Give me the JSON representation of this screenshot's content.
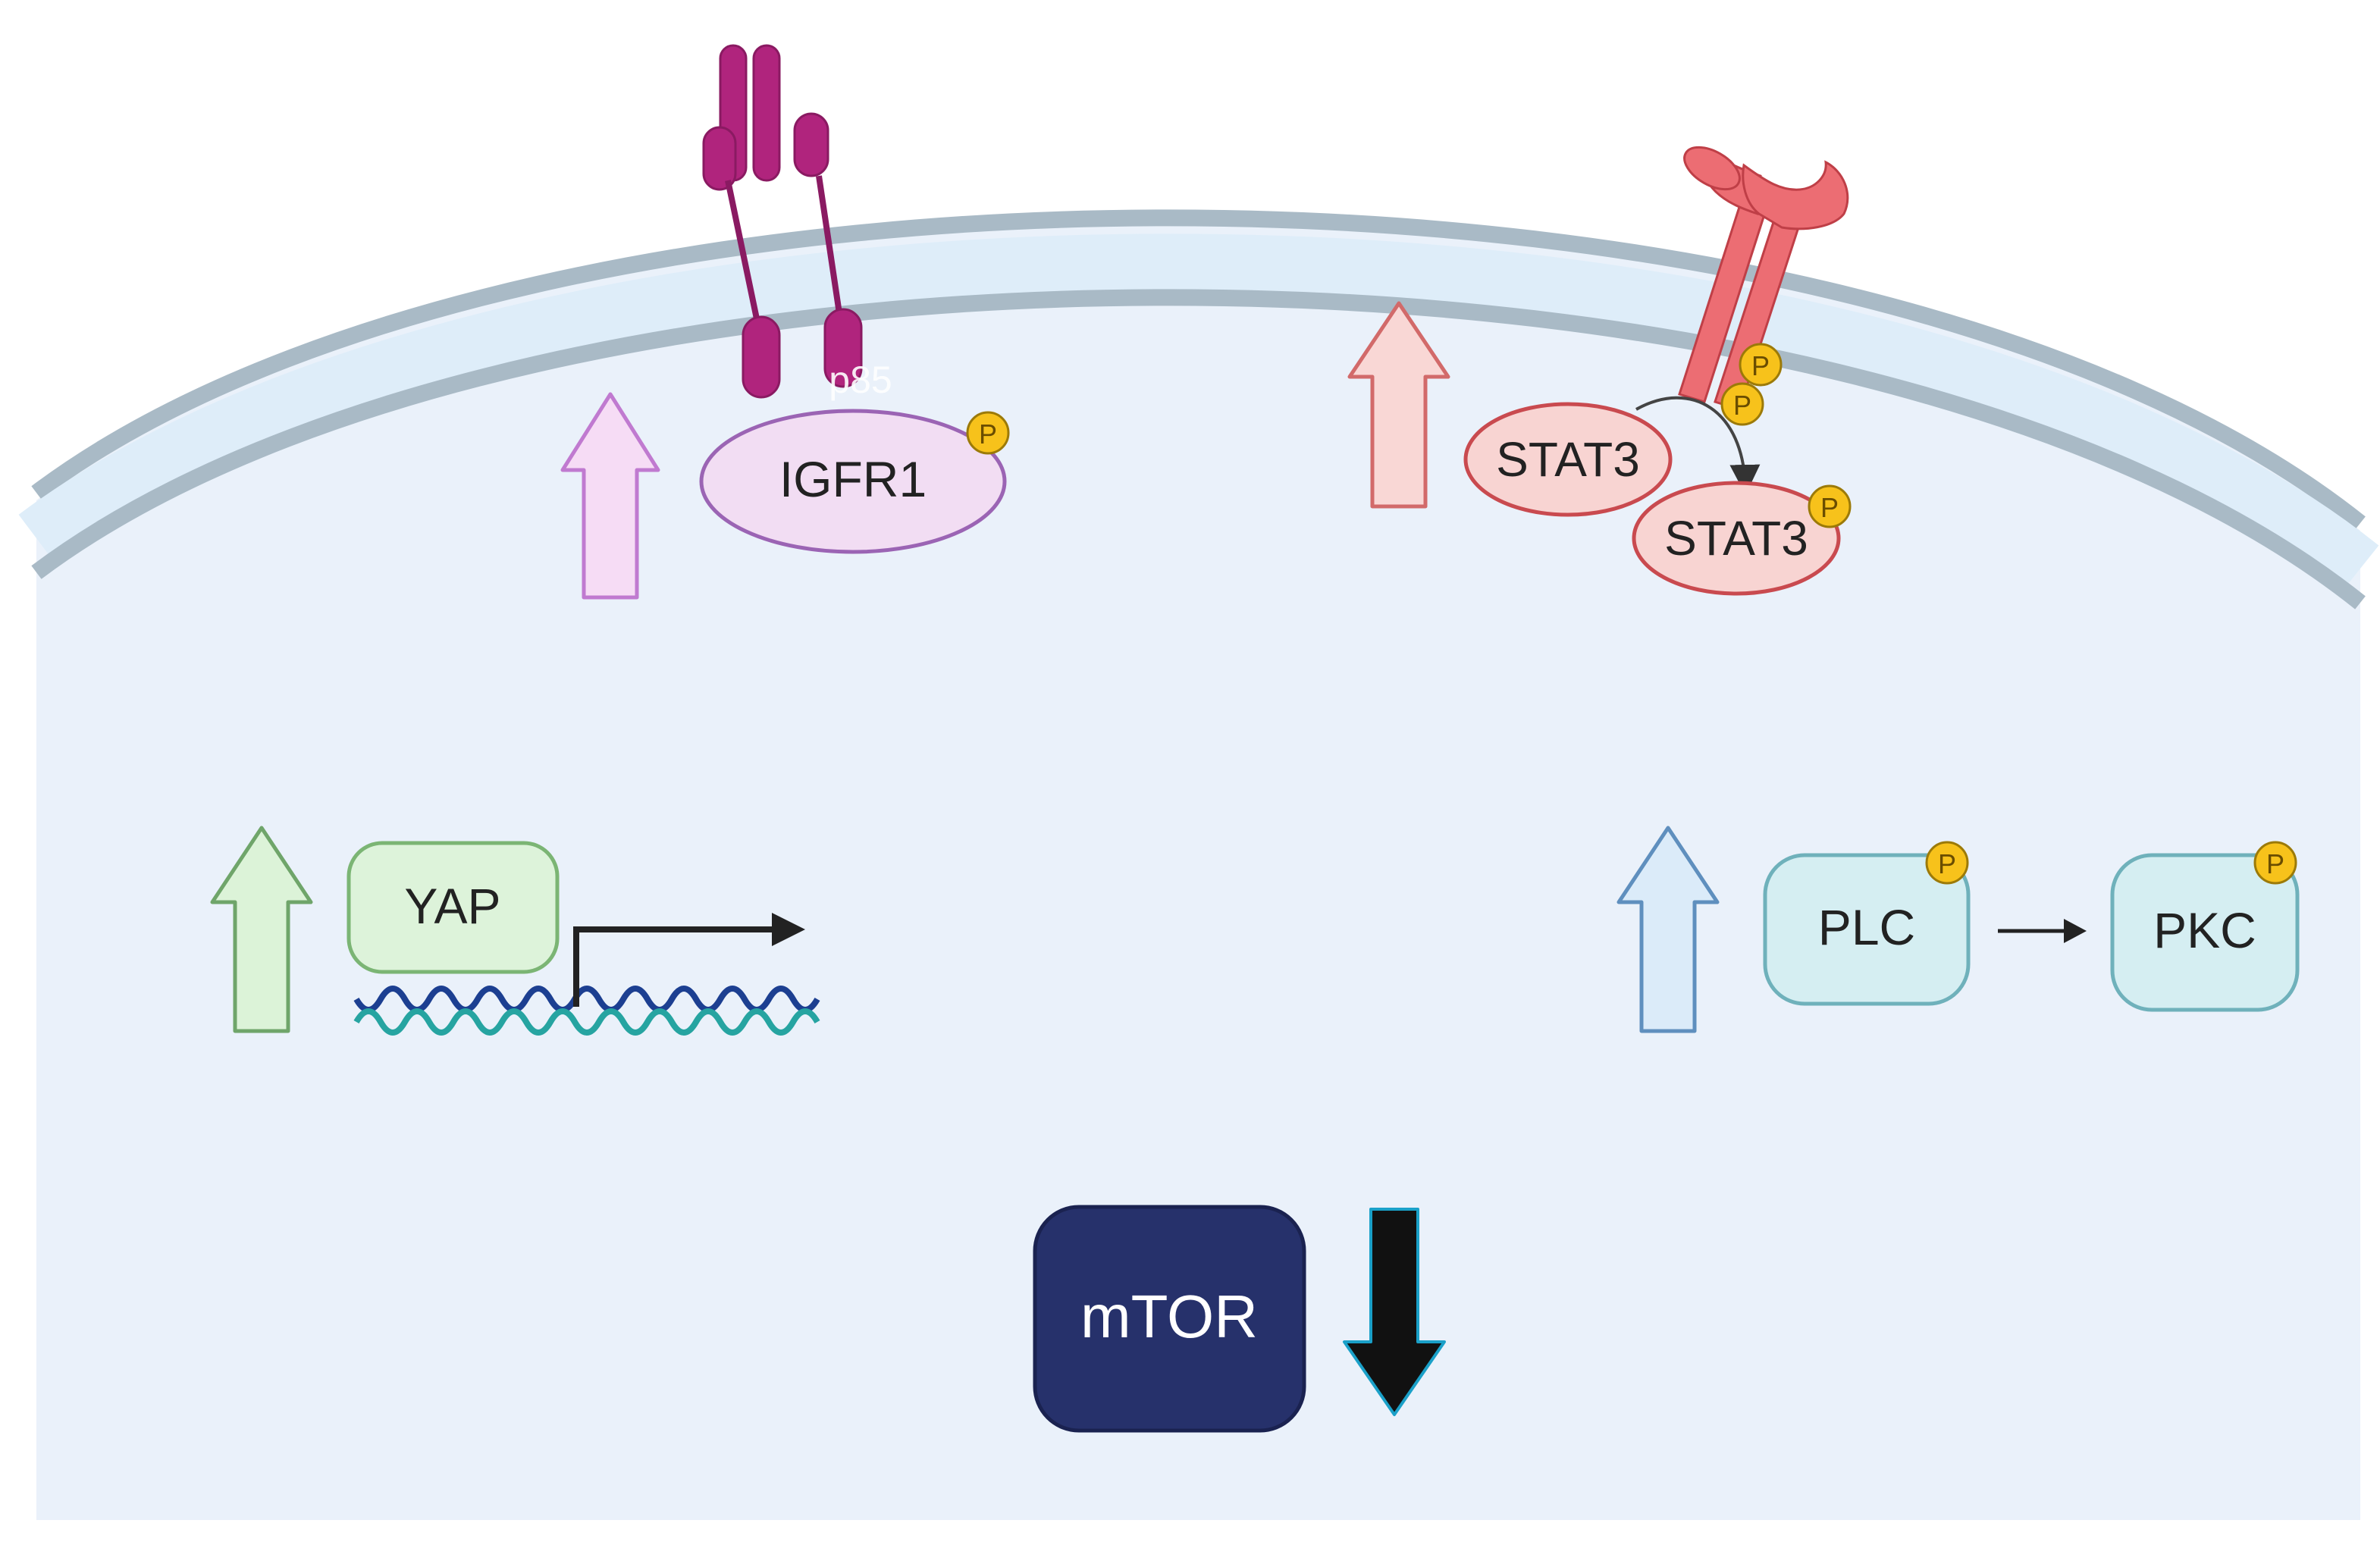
{
  "colors": {
    "cytoplasm": "#eaf1fa",
    "membrane_outer": "#a9bac6",
    "membrane_inner": "#deedf9",
    "phospho": "#f7c21b",
    "igfr_receptor": "#b0247d",
    "stat_receptor": "#ec6d73",
    "mtor_fill": "#26316b"
  },
  "labels": {
    "p85": "p85",
    "igfr1": "IGFR1",
    "stat3_a": "STAT3",
    "stat3_b": "STAT3",
    "yap": "YAP",
    "plc": "PLC",
    "pkc": "PKC",
    "mtor": "mTOR",
    "phospho": "P"
  },
  "arrows": {
    "igfr1": "up-arrow",
    "stat3": "up-arrow",
    "yap": "up-arrow",
    "plc": "up-arrow",
    "mtor": "down-arrow"
  }
}
